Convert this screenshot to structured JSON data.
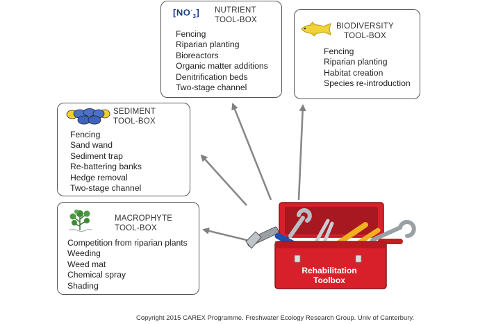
{
  "nutrient": {
    "formula_main": "[NO",
    "formula_sup": "-",
    "formula_sub": "3",
    "formula_close": "]",
    "title_line1": "NUTRIENT",
    "title_line2": "TOOL-BOX",
    "items": [
      "Fencing",
      "Riparian planting",
      "Bioreactors",
      "Organic matter additions",
      "Denitrification beds",
      "Two-stage channel"
    ]
  },
  "biodiversity": {
    "title_line1": "BIODIVERSITY",
    "title_line2": "TOOL-BOX",
    "icon": "fish-icon",
    "items": [
      "Fencing",
      "Riparian planting",
      "Habitat creation",
      "Species re-introduction"
    ]
  },
  "sediment": {
    "title_line1": "SEDIMENT",
    "title_line2": "TOOL-BOX",
    "icon": "sediment-pebbles-icon",
    "items": [
      "Fencing",
      "Sand wand",
      "Sediment trap",
      "Re-battering banks",
      "Hedge removal",
      "Two-stage channel"
    ]
  },
  "macrophyte": {
    "title_line1": "MACROPHYTE",
    "title_line2": "TOOL-BOX",
    "icon": "aquatic-plant-icon",
    "items": [
      "Competition from riparian plants",
      "Weeding",
      "Weed mat",
      "Chemical spray",
      "Shading"
    ]
  },
  "toolbox": {
    "label_line1": "Rehabilitation",
    "label_line2": "Toolbox",
    "color": "#d8202a"
  },
  "copyright": "Copyright 2015 CAREX Programme.  Freshwater Ecology Research Group. Univ of Canterbury."
}
